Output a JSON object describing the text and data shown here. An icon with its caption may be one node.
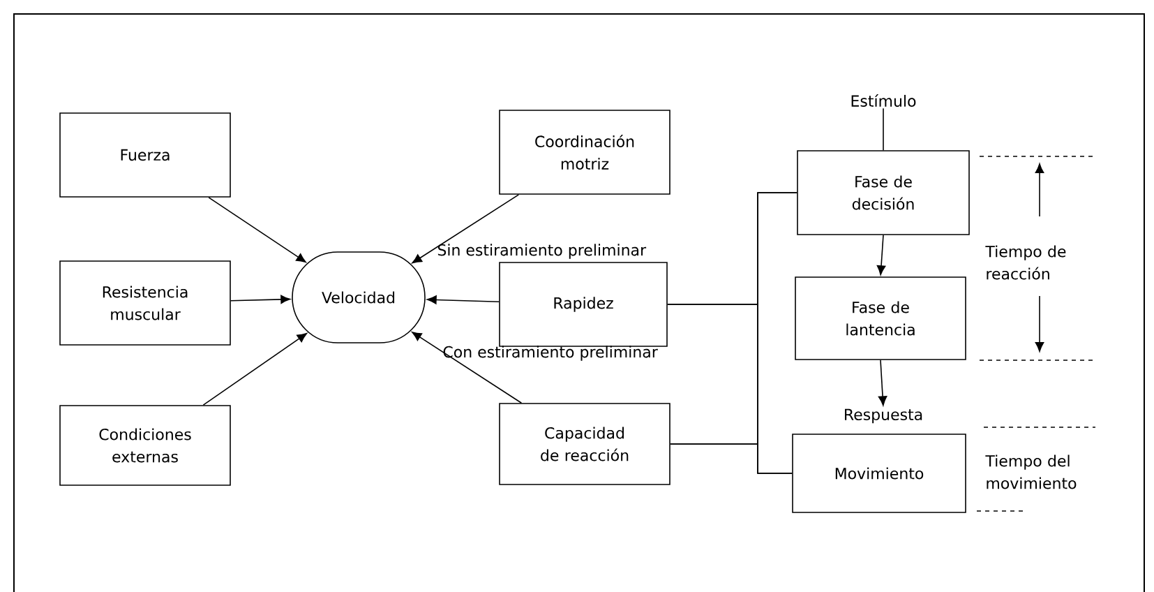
{
  "diagram": {
    "nodes": [
      {
        "text": [
          "Fuerza"
        ]
      },
      {
        "text": [
          "Resistencia muscular"
        ]
      },
      {
        "text": [
          "Condiciones externas"
        ]
      },
      {
        "text": [
          "Velocidad"
        ]
      },
      {
        "text": [
          "Coordinación motriz"
        ]
      },
      {
        "text": [
          "Rapidez"
        ]
      },
      {
        "text": [
          "Capacidad de reacción"
        ]
      },
      {
        "text": [
          "Fase de decisión"
        ]
      },
      {
        "text": [
          "Fase de lantencia"
        ]
      },
      {
        "text": [
          "Movimiento"
        ]
      },
      {
        "text": [
          "Estímulo"
        ]
      },
      {
        "text": [
          "Respuesta"
        ]
      }
    ],
    "edges": [
      {
        "from": 0,
        "to": 3,
        "arrow": "to"
      },
      {
        "from": 1,
        "to": 3,
        "arrow": "to"
      },
      {
        "from": 2,
        "to": 3,
        "arrow": "to"
      },
      {
        "from": 4,
        "to": 3,
        "arrow": "to"
      },
      {
        "from": 5,
        "to": 3,
        "arrow": "to"
      },
      {
        "from": 6,
        "to": 3,
        "arrow": "to"
      },
      {
        "from": 10,
        "to": 7,
        "arrow": "none"
      },
      {
        "from": 7,
        "to": 8,
        "arrow": "to"
      },
      {
        "from": 8,
        "to": 11,
        "arrow": "to"
      },
      {
        "from": 5,
        "to": 7,
        "arrow": "none"
      },
      {
        "from": 5,
        "to": 9,
        "arrow": "none"
      },
      {
        "from": 6,
        "to": 7,
        "arrow": "none"
      },
      {
        "from": 6,
        "to": 9,
        "arrow": "none"
      }
    ],
    "labels": [
      "Sin estiramiento preliminar",
      "Con estiramiento preliminar",
      "Tiempo de reacción",
      "Tiempo del movimiento"
    ]
  }
}
